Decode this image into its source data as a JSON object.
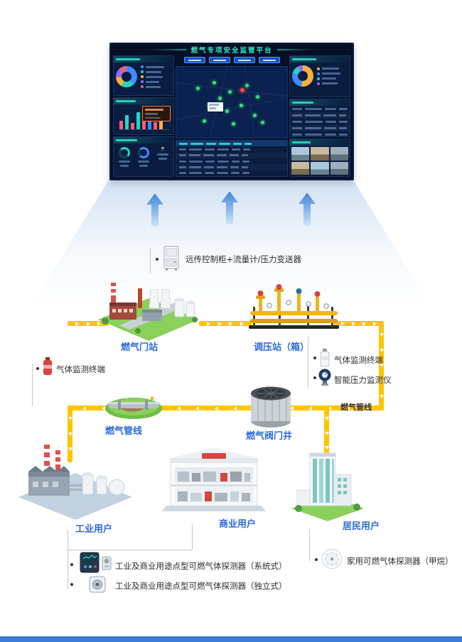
{
  "screen": {
    "title": "燃气专项安全监管平台"
  },
  "nodes": {
    "gate_station": {
      "label": "燃气门站"
    },
    "regulator_station": {
      "label": "调压站（箱）"
    },
    "pipeline_segment": {
      "label": "燃气管线"
    },
    "valve_well": {
      "label": "燃气阀门井"
    },
    "pipeline_main": {
      "label": "燃气管线"
    },
    "industrial_user": {
      "label": "工业用户"
    },
    "commercial_user": {
      "label": "商业用户"
    },
    "residential_user": {
      "label": "居民用户"
    }
  },
  "annotations": {
    "remote_cabinet": {
      "label": "远传控制柜+流量计/压力变送器",
      "icon": "control-cabinet-icon"
    },
    "gas_terminal_left": {
      "label": "气体监测终端",
      "icon": "gas-canister-red-icon"
    },
    "gas_terminal_right": {
      "label": "气体监测终端",
      "icon": "gas-canister-white-icon"
    },
    "pressure_monitor": {
      "label": "智能压力监测仪",
      "icon": "pressure-gauge-icon"
    },
    "detector_system": {
      "label": "工业及商业用途点型可燃气体探测器（系统式）",
      "icon": "gas-detector-panel-icon"
    },
    "detector_standalone": {
      "label": "工业及商业用途点型可燃气体探测器（独立式）",
      "icon": "gas-detector-icon"
    },
    "home_detector": {
      "label": "家用可燃气体探测器（甲烷）",
      "icon": "home-detector-icon"
    }
  },
  "colors": {
    "pipeline_yellow": "#ffc400",
    "node_label_blue": "#2b6bd7",
    "dashboard_accent_teal": "#2fe8c5",
    "dashboard_bg": "#050f26",
    "alarm_red": "#ff4545",
    "normal_green": "#39e06f"
  }
}
